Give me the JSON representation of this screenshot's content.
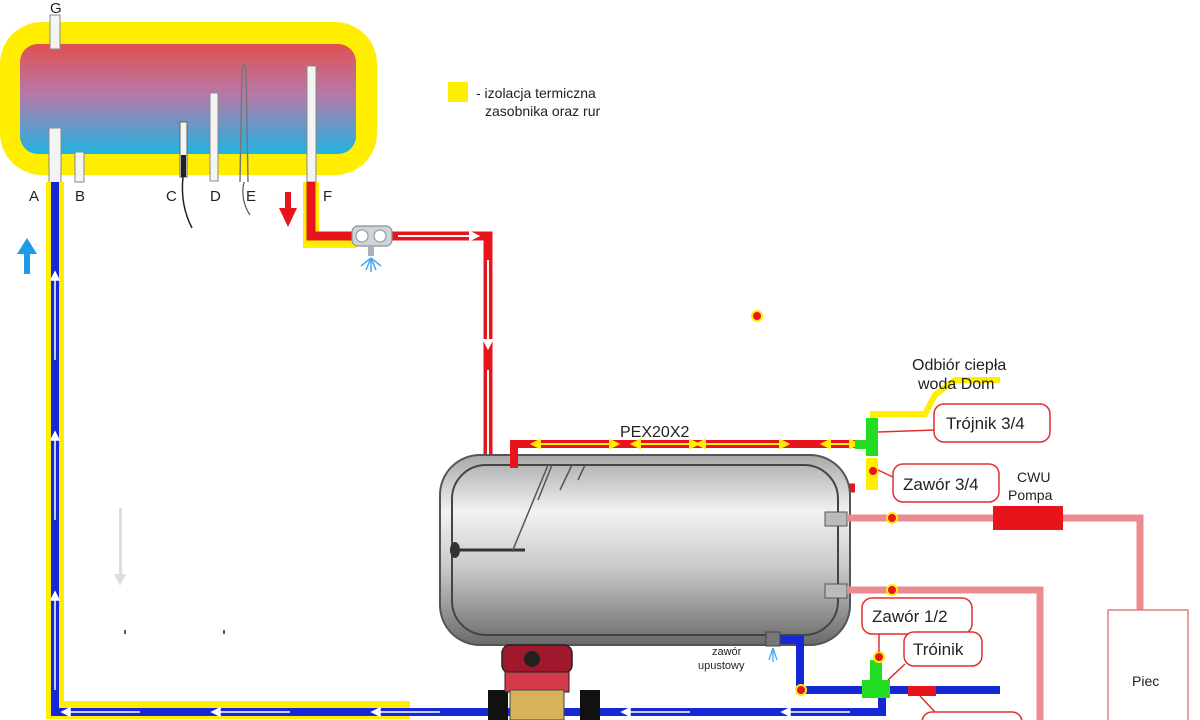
{
  "boiler_labels": {
    "g": "G",
    "a": "A",
    "b": "B",
    "c": "C",
    "d": "D",
    "e": "E",
    "f": "F"
  },
  "legend": {
    "line1": "- izolacja termiczna",
    "line2": "zasobnika oraz rur",
    "swatch_color": "#ffee00"
  },
  "labels": {
    "odbior_line1": "Odbiór ciepła",
    "odbior_line2": "woda Dom",
    "pex": "PEX20X2",
    "trojnik_34": "Trójnik 3/4",
    "zawor_34": "Zawór 3/4",
    "cwu_line1": "CWU",
    "cwu_line2": "Pompa",
    "zawor_12": "Zawór 1/2",
    "troinik": "Tróinik",
    "zawor_upustowy_line1": "zawór",
    "zawor_upustowy_line2": "upustowy",
    "piec": "Piec"
  },
  "colors": {
    "hot_pipe": "#e8141b",
    "cold_pipe": "#1428d6",
    "insulation": "#ffee00",
    "heating_pipe": "#ec8b8f",
    "fitting": "#22dd22",
    "callout_border": "#e03030"
  }
}
